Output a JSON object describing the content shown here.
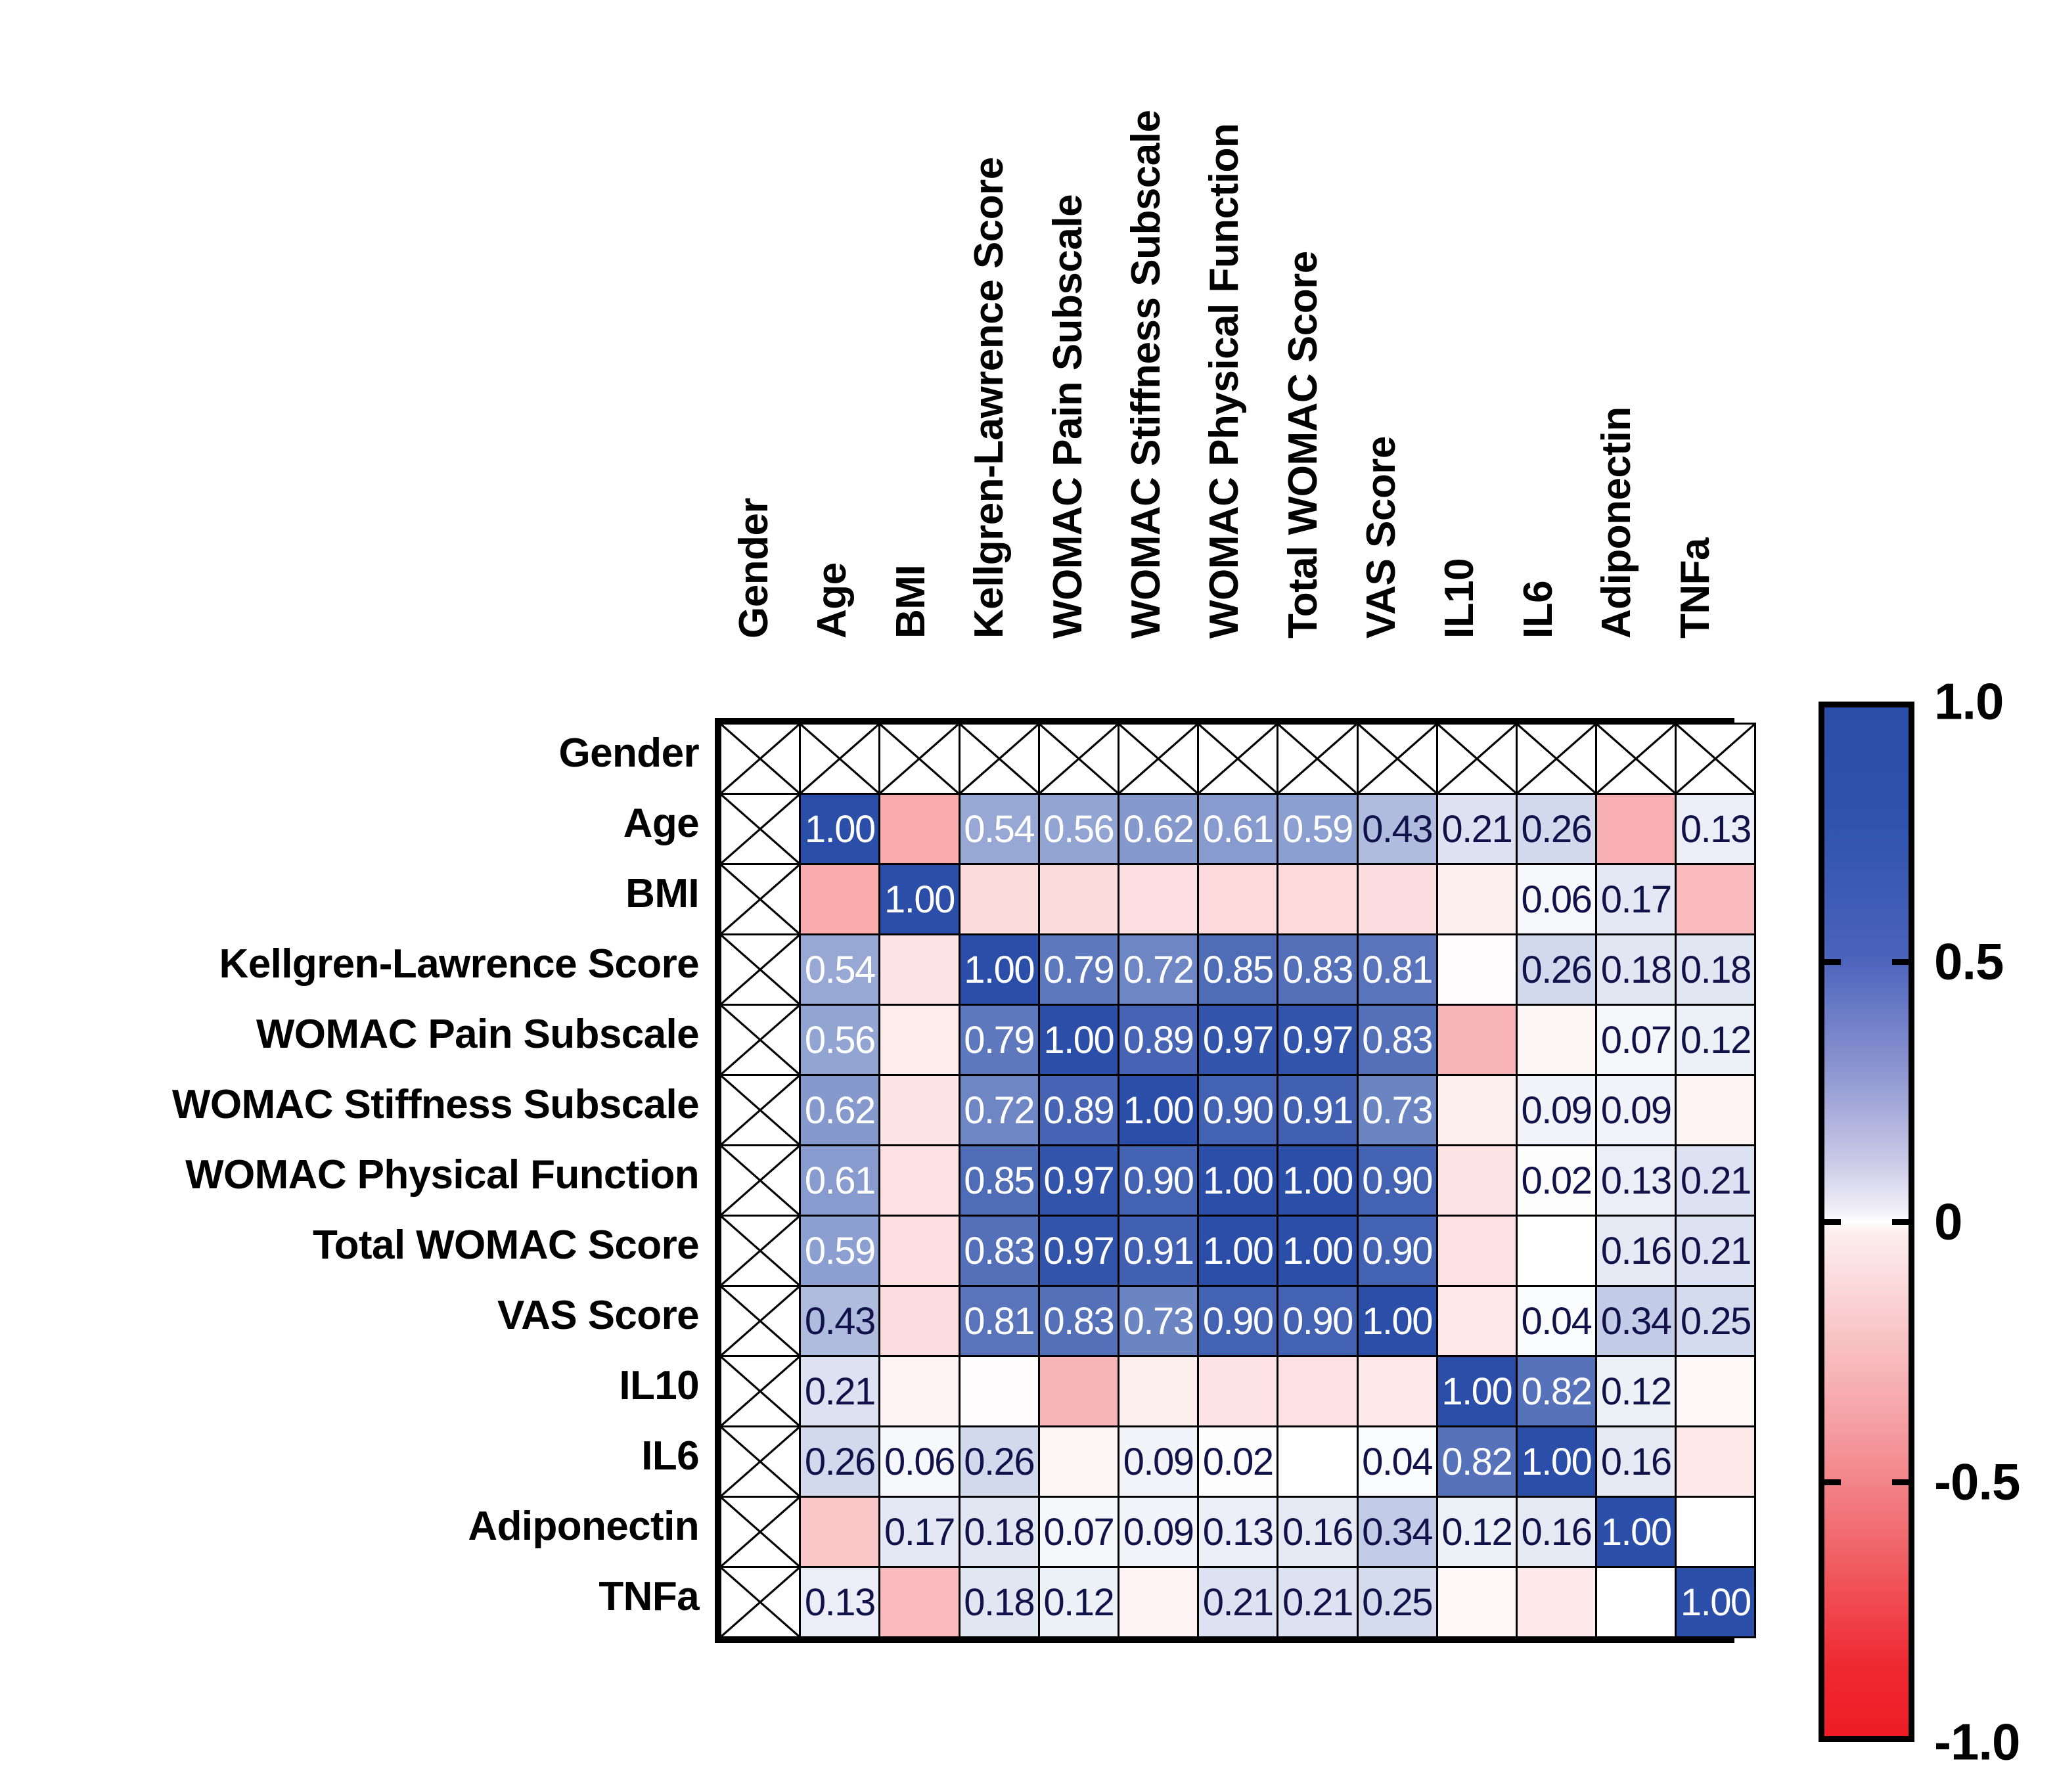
{
  "chart_data": {
    "type": "heatmap",
    "title": "",
    "xlabel": "",
    "ylabel": "",
    "grid": true,
    "legend_position": "right",
    "colorbar": {
      "min": -1.0,
      "max": 1.0,
      "ticks": [
        "1.0",
        "0.5",
        "0",
        "-0.5",
        "-1.0"
      ],
      "tick_values": [
        1.0,
        0.5,
        0,
        -0.5,
        -1.0
      ],
      "low_color": "#ee1c24",
      "mid_color": "#ffffff",
      "high_color": "#2b4ea8"
    },
    "categories": [
      "Gender",
      "Age",
      "BMI",
      "Kellgren-Lawrence Score",
      "WOMAC Pain Subscale",
      "WOMAC Stiffness Subscale",
      "WOMAC Physical Function",
      "Total WOMAC Score",
      "VAS Score",
      "IL10",
      "IL6",
      "Adiponectin",
      "TNFa"
    ],
    "row_labels": [
      "Gender",
      "Age",
      "BMI",
      "Kellgren-Lawrence Score",
      "WOMAC Pain Subscale",
      "WOMAC Stiffness Subscale",
      "WOMAC Physical Function",
      "Total WOMAC Score",
      "VAS Score",
      "IL10",
      "IL6",
      "Adiponectin",
      "TNFa"
    ],
    "col_labels": [
      "Gender",
      "Age",
      "BMI",
      "Kellgren-Lawrence Score",
      "WOMAC Pain Subscale",
      "WOMAC Stiffness Subscale",
      "WOMAC Physical Function",
      "Total WOMAC Score",
      "VAS Score",
      "IL10",
      "IL6",
      "Adiponectin",
      "TNFa"
    ],
    "crossed_out_marker": "X",
    "cells": [
      [
        {
          "label": "",
          "v": null,
          "x": true
        },
        {
          "label": "",
          "v": null,
          "x": true
        },
        {
          "label": "",
          "v": null,
          "x": true
        },
        {
          "label": "",
          "v": null,
          "x": true
        },
        {
          "label": "",
          "v": null,
          "x": true
        },
        {
          "label": "",
          "v": null,
          "x": true
        },
        {
          "label": "",
          "v": null,
          "x": true
        },
        {
          "label": "",
          "v": null,
          "x": true
        },
        {
          "label": "",
          "v": null,
          "x": true
        },
        {
          "label": "",
          "v": null,
          "x": true
        },
        {
          "label": "",
          "v": null,
          "x": true
        },
        {
          "label": "",
          "v": null,
          "x": true
        },
        {
          "label": "",
          "v": null,
          "x": true
        }
      ],
      [
        {
          "label": "",
          "v": null,
          "x": true
        },
        {
          "label": "1.00",
          "v": 1.0
        },
        {
          "label": "",
          "v": -0.42
        },
        {
          "label": "0.54",
          "v": 0.54
        },
        {
          "label": "0.56",
          "v": 0.56
        },
        {
          "label": "0.62",
          "v": 0.62
        },
        {
          "label": "0.61",
          "v": 0.61
        },
        {
          "label": "0.59",
          "v": 0.59
        },
        {
          "label": "0.43",
          "v": 0.43
        },
        {
          "label": "0.21",
          "v": 0.21
        },
        {
          "label": "0.26",
          "v": 0.26
        },
        {
          "label": "",
          "v": -0.4
        },
        {
          "label": "0.13",
          "v": 0.13
        }
      ],
      [
        {
          "label": "",
          "v": null,
          "x": true
        },
        {
          "label": "",
          "v": -0.42
        },
        {
          "label": "1.00",
          "v": 1.0
        },
        {
          "label": "",
          "v": -0.2
        },
        {
          "label": "",
          "v": -0.2
        },
        {
          "label": "",
          "v": -0.18
        },
        {
          "label": "",
          "v": -0.21
        },
        {
          "label": "",
          "v": -0.21
        },
        {
          "label": "",
          "v": -0.19
        },
        {
          "label": "",
          "v": -0.1
        },
        {
          "label": "0.06",
          "v": 0.06
        },
        {
          "label": "0.17",
          "v": 0.17
        },
        {
          "label": "",
          "v": -0.35
        }
      ],
      [
        {
          "label": "",
          "v": null,
          "x": true
        },
        {
          "label": "0.54",
          "v": 0.54
        },
        {
          "label": "",
          "v": -0.15
        },
        {
          "label": "1.00",
          "v": 1.0
        },
        {
          "label": "0.79",
          "v": 0.79
        },
        {
          "label": "0.72",
          "v": 0.72
        },
        {
          "label": "0.85",
          "v": 0.85
        },
        {
          "label": "0.83",
          "v": 0.83
        },
        {
          "label": "0.81",
          "v": 0.81
        },
        {
          "label": "",
          "v": -0.02
        },
        {
          "label": "0.26",
          "v": 0.26
        },
        {
          "label": "0.18",
          "v": 0.18
        },
        {
          "label": "0.18",
          "v": 0.18
        }
      ],
      [
        {
          "label": "",
          "v": null,
          "x": true
        },
        {
          "label": "0.56",
          "v": 0.56
        },
        {
          "label": "",
          "v": -0.12
        },
        {
          "label": "0.79",
          "v": 0.79
        },
        {
          "label": "1.00",
          "v": 1.0
        },
        {
          "label": "0.89",
          "v": 0.89
        },
        {
          "label": "0.97",
          "v": 0.97
        },
        {
          "label": "0.97",
          "v": 0.97
        },
        {
          "label": "0.83",
          "v": 0.83
        },
        {
          "label": "",
          "v": -0.38
        },
        {
          "label": "",
          "v": -0.06
        },
        {
          "label": "0.07",
          "v": 0.07
        },
        {
          "label": "0.12",
          "v": 0.12
        }
      ],
      [
        {
          "label": "",
          "v": null,
          "x": true
        },
        {
          "label": "0.62",
          "v": 0.62
        },
        {
          "label": "",
          "v": -0.15
        },
        {
          "label": "0.72",
          "v": 0.72
        },
        {
          "label": "0.89",
          "v": 0.89
        },
        {
          "label": "1.00",
          "v": 1.0
        },
        {
          "label": "0.90",
          "v": 0.9
        },
        {
          "label": "0.91",
          "v": 0.91
        },
        {
          "label": "0.73",
          "v": 0.73
        },
        {
          "label": "",
          "v": -0.1
        },
        {
          "label": "0.09",
          "v": 0.09
        },
        {
          "label": "0.09",
          "v": 0.09
        },
        {
          "label": "",
          "v": -0.08
        }
      ],
      [
        {
          "label": "",
          "v": null,
          "x": true
        },
        {
          "label": "0.61",
          "v": 0.61
        },
        {
          "label": "",
          "v": -0.17
        },
        {
          "label": "0.85",
          "v": 0.85
        },
        {
          "label": "0.97",
          "v": 0.97
        },
        {
          "label": "0.90",
          "v": 0.9
        },
        {
          "label": "1.00",
          "v": 1.0
        },
        {
          "label": "1.00",
          "v": 1.0
        },
        {
          "label": "0.90",
          "v": 0.9
        },
        {
          "label": "",
          "v": -0.16
        },
        {
          "label": "0.02",
          "v": 0.02
        },
        {
          "label": "0.13",
          "v": 0.13
        },
        {
          "label": "0.21",
          "v": 0.21
        }
      ],
      [
        {
          "label": "",
          "v": null,
          "x": true
        },
        {
          "label": "0.59",
          "v": 0.59
        },
        {
          "label": "",
          "v": -0.18
        },
        {
          "label": "0.83",
          "v": 0.83
        },
        {
          "label": "0.97",
          "v": 0.97
        },
        {
          "label": "0.91",
          "v": 0.91
        },
        {
          "label": "1.00",
          "v": 1.0
        },
        {
          "label": "1.00",
          "v": 1.0
        },
        {
          "label": "0.90",
          "v": 0.9
        },
        {
          "label": "",
          "v": -0.17
        },
        {
          "label": "",
          "v": -0.01
        },
        {
          "label": "0.16",
          "v": 0.16
        },
        {
          "label": "0.21",
          "v": 0.21
        }
      ],
      [
        {
          "label": "",
          "v": null,
          "x": true
        },
        {
          "label": "0.43",
          "v": 0.43
        },
        {
          "label": "",
          "v": -0.19
        },
        {
          "label": "0.81",
          "v": 0.81
        },
        {
          "label": "0.83",
          "v": 0.83
        },
        {
          "label": "0.73",
          "v": 0.73
        },
        {
          "label": "0.90",
          "v": 0.9
        },
        {
          "label": "0.90",
          "v": 0.9
        },
        {
          "label": "1.00",
          "v": 1.0
        },
        {
          "label": "",
          "v": -0.14
        },
        {
          "label": "0.04",
          "v": 0.04
        },
        {
          "label": "0.34",
          "v": 0.34
        },
        {
          "label": "0.25",
          "v": 0.25
        }
      ],
      [
        {
          "label": "",
          "v": null,
          "x": true
        },
        {
          "label": "0.21",
          "v": 0.21
        },
        {
          "label": "",
          "v": -0.07
        },
        {
          "label": "",
          "v": -0.02
        },
        {
          "label": "",
          "v": -0.38
        },
        {
          "label": "",
          "v": -0.1
        },
        {
          "label": "",
          "v": -0.16
        },
        {
          "label": "",
          "v": -0.17
        },
        {
          "label": "",
          "v": -0.14
        },
        {
          "label": "1.00",
          "v": 1.0
        },
        {
          "label": "0.82",
          "v": 0.82
        },
        {
          "label": "0.12",
          "v": 0.12
        },
        {
          "label": "",
          "v": -0.05
        }
      ],
      [
        {
          "label": "",
          "v": null,
          "x": true
        },
        {
          "label": "0.26",
          "v": 0.26
        },
        {
          "label": "0.06",
          "v": 0.06
        },
        {
          "label": "0.26",
          "v": 0.26
        },
        {
          "label": "",
          "v": -0.06
        },
        {
          "label": "0.09",
          "v": 0.09
        },
        {
          "label": "0.02",
          "v": 0.02
        },
        {
          "label": "",
          "v": -0.01
        },
        {
          "label": "0.04",
          "v": 0.04
        },
        {
          "label": "0.82",
          "v": 0.82
        },
        {
          "label": "1.00",
          "v": 1.0
        },
        {
          "label": "0.16",
          "v": 0.16
        },
        {
          "label": "",
          "v": -0.13
        }
      ],
      [
        {
          "label": "",
          "v": null,
          "x": true
        },
        {
          "label": "",
          "v": -0.3
        },
        {
          "label": "0.17",
          "v": 0.17
        },
        {
          "label": "0.18",
          "v": 0.18
        },
        {
          "label": "0.07",
          "v": 0.07
        },
        {
          "label": "0.09",
          "v": 0.09
        },
        {
          "label": "0.13",
          "v": 0.13
        },
        {
          "label": "0.16",
          "v": 0.16
        },
        {
          "label": "0.34",
          "v": 0.34
        },
        {
          "label": "0.12",
          "v": 0.12
        },
        {
          "label": "0.16",
          "v": 0.16
        },
        {
          "label": "1.00",
          "v": 1.0
        },
        {
          "label": "",
          "v": 0.01
        }
      ],
      [
        {
          "label": "",
          "v": null,
          "x": true
        },
        {
          "label": "0.13",
          "v": 0.13
        },
        {
          "label": "",
          "v": -0.35
        },
        {
          "label": "0.18",
          "v": 0.18
        },
        {
          "label": "0.12",
          "v": 0.12
        },
        {
          "label": "",
          "v": -0.07
        },
        {
          "label": "0.21",
          "v": 0.21
        },
        {
          "label": "0.21",
          "v": 0.21
        },
        {
          "label": "0.25",
          "v": 0.25
        },
        {
          "label": "",
          "v": -0.05
        },
        {
          "label": "",
          "v": -0.13
        },
        {
          "label": "",
          "v": 0.01
        },
        {
          "label": "1.00",
          "v": 1.0
        }
      ]
    ]
  }
}
